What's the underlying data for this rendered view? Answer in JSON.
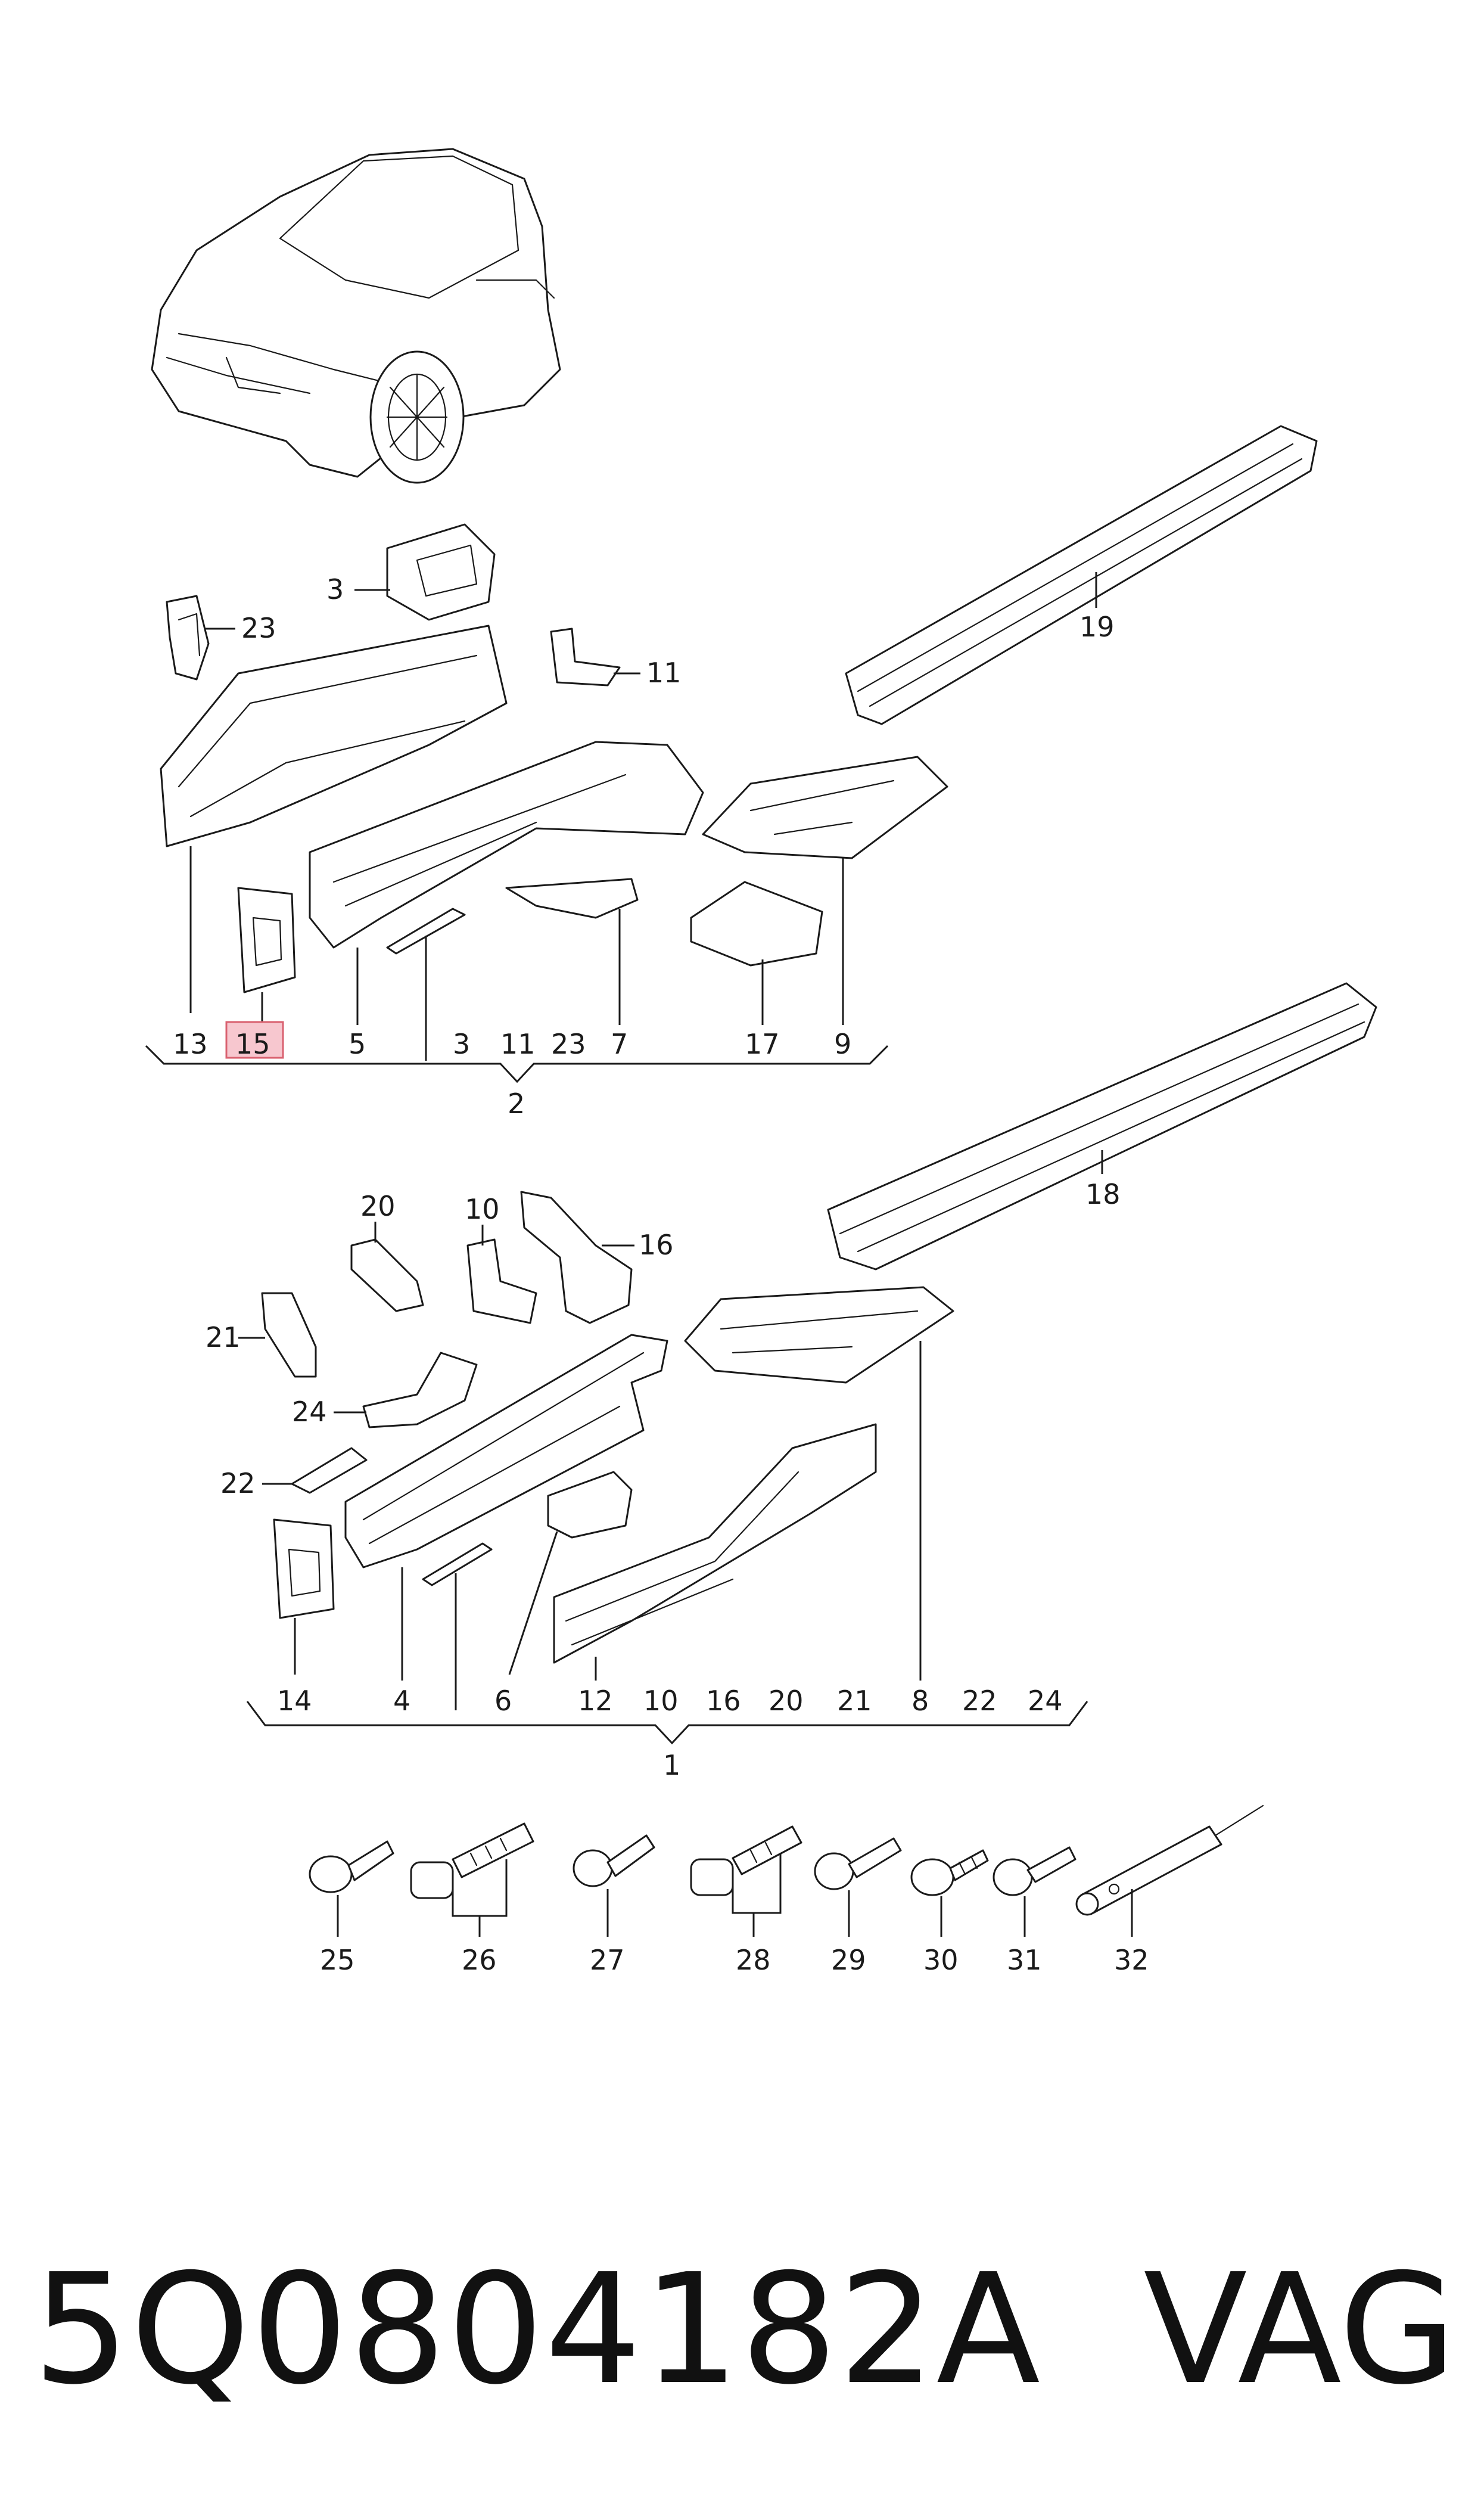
{
  "diagram": {
    "highlight_color": "#f7c7cf",
    "highlight_stroke": "#d9606f",
    "group_top": {
      "assembly": "2",
      "bottom_labels": [
        "13",
        "15",
        "5",
        "3",
        "11",
        "23",
        "7",
        "17",
        "9"
      ],
      "highlighted": "15",
      "side_labels": {
        "a": "3",
        "b": "23",
        "c": "11",
        "d": "19"
      }
    },
    "group_middle": {
      "assembly": "1",
      "bottom_labels": [
        "14",
        "4",
        "6",
        "12",
        "10",
        "16",
        "20",
        "21",
        "8",
        "22",
        "24"
      ],
      "side_labels": {
        "a": "20",
        "b": "10",
        "c": "16",
        "d": "21",
        "e": "24",
        "f": "22",
        "g": "18"
      }
    },
    "fasteners": [
      "25",
      "26",
      "27",
      "28",
      "29",
      "30",
      "31",
      "32"
    ]
  },
  "footer": {
    "part_number": "5Q0804182A",
    "brand": "VAG"
  }
}
